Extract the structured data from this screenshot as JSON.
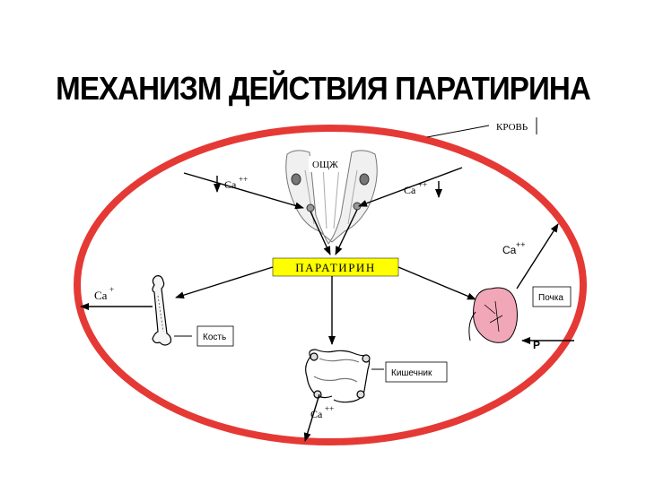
{
  "title": "МЕХАНИЗМ ДЕЙСТВИЯ ПАРАТИРИНА",
  "labels": {
    "blood": "КРОВЬ",
    "thyroid": "ОЩЖ",
    "parathyrin": "ПАРАТИРИН",
    "bone": "Кость",
    "kidney": "Почка",
    "intestine": "Кишечник",
    "ca_thyroid_left": "Ca",
    "ca_thyroid_left_sup": "++",
    "ca_thyroid_right": "Ca",
    "ca_thyroid_right_sup": "++",
    "ca_kidney": "Ca",
    "ca_kidney_sup": "++",
    "ca_bone": "Ca",
    "ca_bone_sup": "+",
    "ca_intestine": "Ca",
    "ca_intestine_sup": "++",
    "phosphate": "P"
  },
  "colors": {
    "ellipse": "#e53935",
    "parathyrin_box": "#ffff00",
    "kidney": "#f2a7b8"
  }
}
